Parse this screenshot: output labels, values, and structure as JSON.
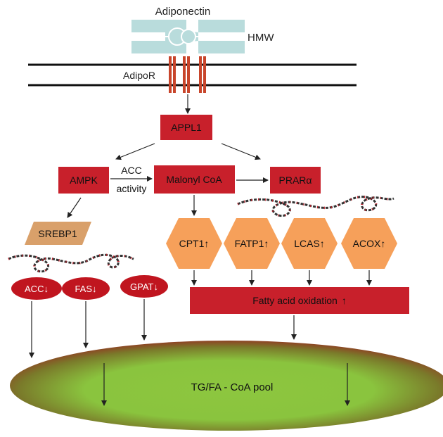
{
  "labels": {
    "adiponectin": "Adiponectin",
    "hmw": "HMW",
    "adipor": "AdipoR",
    "appl1": "APPL1",
    "ampk": "AMPK",
    "acc_activity_line1": "ACC",
    "acc_activity_line2": "activity",
    "malonyl_coa": "Malonyl CoA",
    "prar_alpha": "PRARα",
    "srebp1": "SREBP1",
    "cpt1": "CPT1",
    "fatp1": "FATP1",
    "lcas": "LCAS",
    "acox": "ACOX",
    "acc": "ACC",
    "fas": "FAS",
    "gpat": "GPAT",
    "fatty_acid_oxidation": "Fatty acid oxidation",
    "pool": "TG/FA - CoA pool"
  },
  "colors": {
    "red_box": "#c8202b",
    "red_ellipse": "#c0151f",
    "hexagon": "#f6a05a",
    "srebp": "#d9a06a",
    "receptor": "#b9dcdc",
    "adipor_bar": "#c8452b",
    "pool_green": "#8dc63f",
    "pool_red": "#9b1b1f",
    "dna_dark": "#333333",
    "dna_red": "#c8202b"
  },
  "arrows": {
    "up": "↑",
    "down": "↓"
  }
}
